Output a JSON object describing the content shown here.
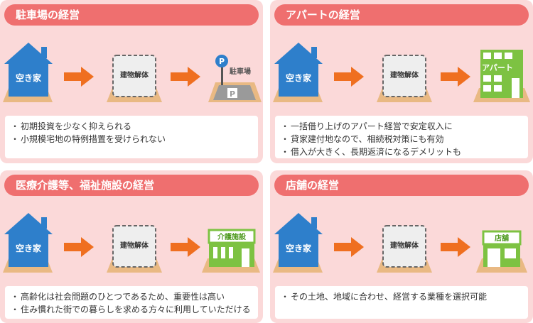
{
  "panels": [
    {
      "title": "駐車場の経営",
      "house_label": "空き家",
      "demolish_label": "建物解体",
      "result_label": "駐車場",
      "result_sign": "P",
      "notes": [
        "初期投資を少なく抑えられる",
        "小規模宅地の特例措置を受けられない"
      ]
    },
    {
      "title": "アパートの経営",
      "house_label": "空き家",
      "demolish_label": "建物解体",
      "result_label": "アパート",
      "notes": [
        "一括借り上げのアパート経営で安定収入に",
        "貸家建付地なので、相続税対策にも有効",
        "借入が大きく、長期返済になるデメリットも"
      ]
    },
    {
      "title": "医療介護等、福祉施設の経営",
      "house_label": "空き家",
      "demolish_label": "建物解体",
      "result_label": "介護施設",
      "notes": [
        "高齢化は社会問題のひとつであるため、重要性は高い",
        "住み慣れた街での暮らしを求める方々に利用していただける"
      ]
    },
    {
      "title": "店舗の経営",
      "house_label": "空き家",
      "demolish_label": "建物解体",
      "result_label": "店舗",
      "notes": [
        "その土地、地域に合わせ、経営する業種を選択可能"
      ]
    }
  ],
  "colors": {
    "panel_bg": "#fbd9d9",
    "header": "#ef6f6f",
    "house": "#2e7fcb",
    "ground": "#e9b983",
    "arrow": "#ef6f20",
    "building": "#7dc242"
  }
}
